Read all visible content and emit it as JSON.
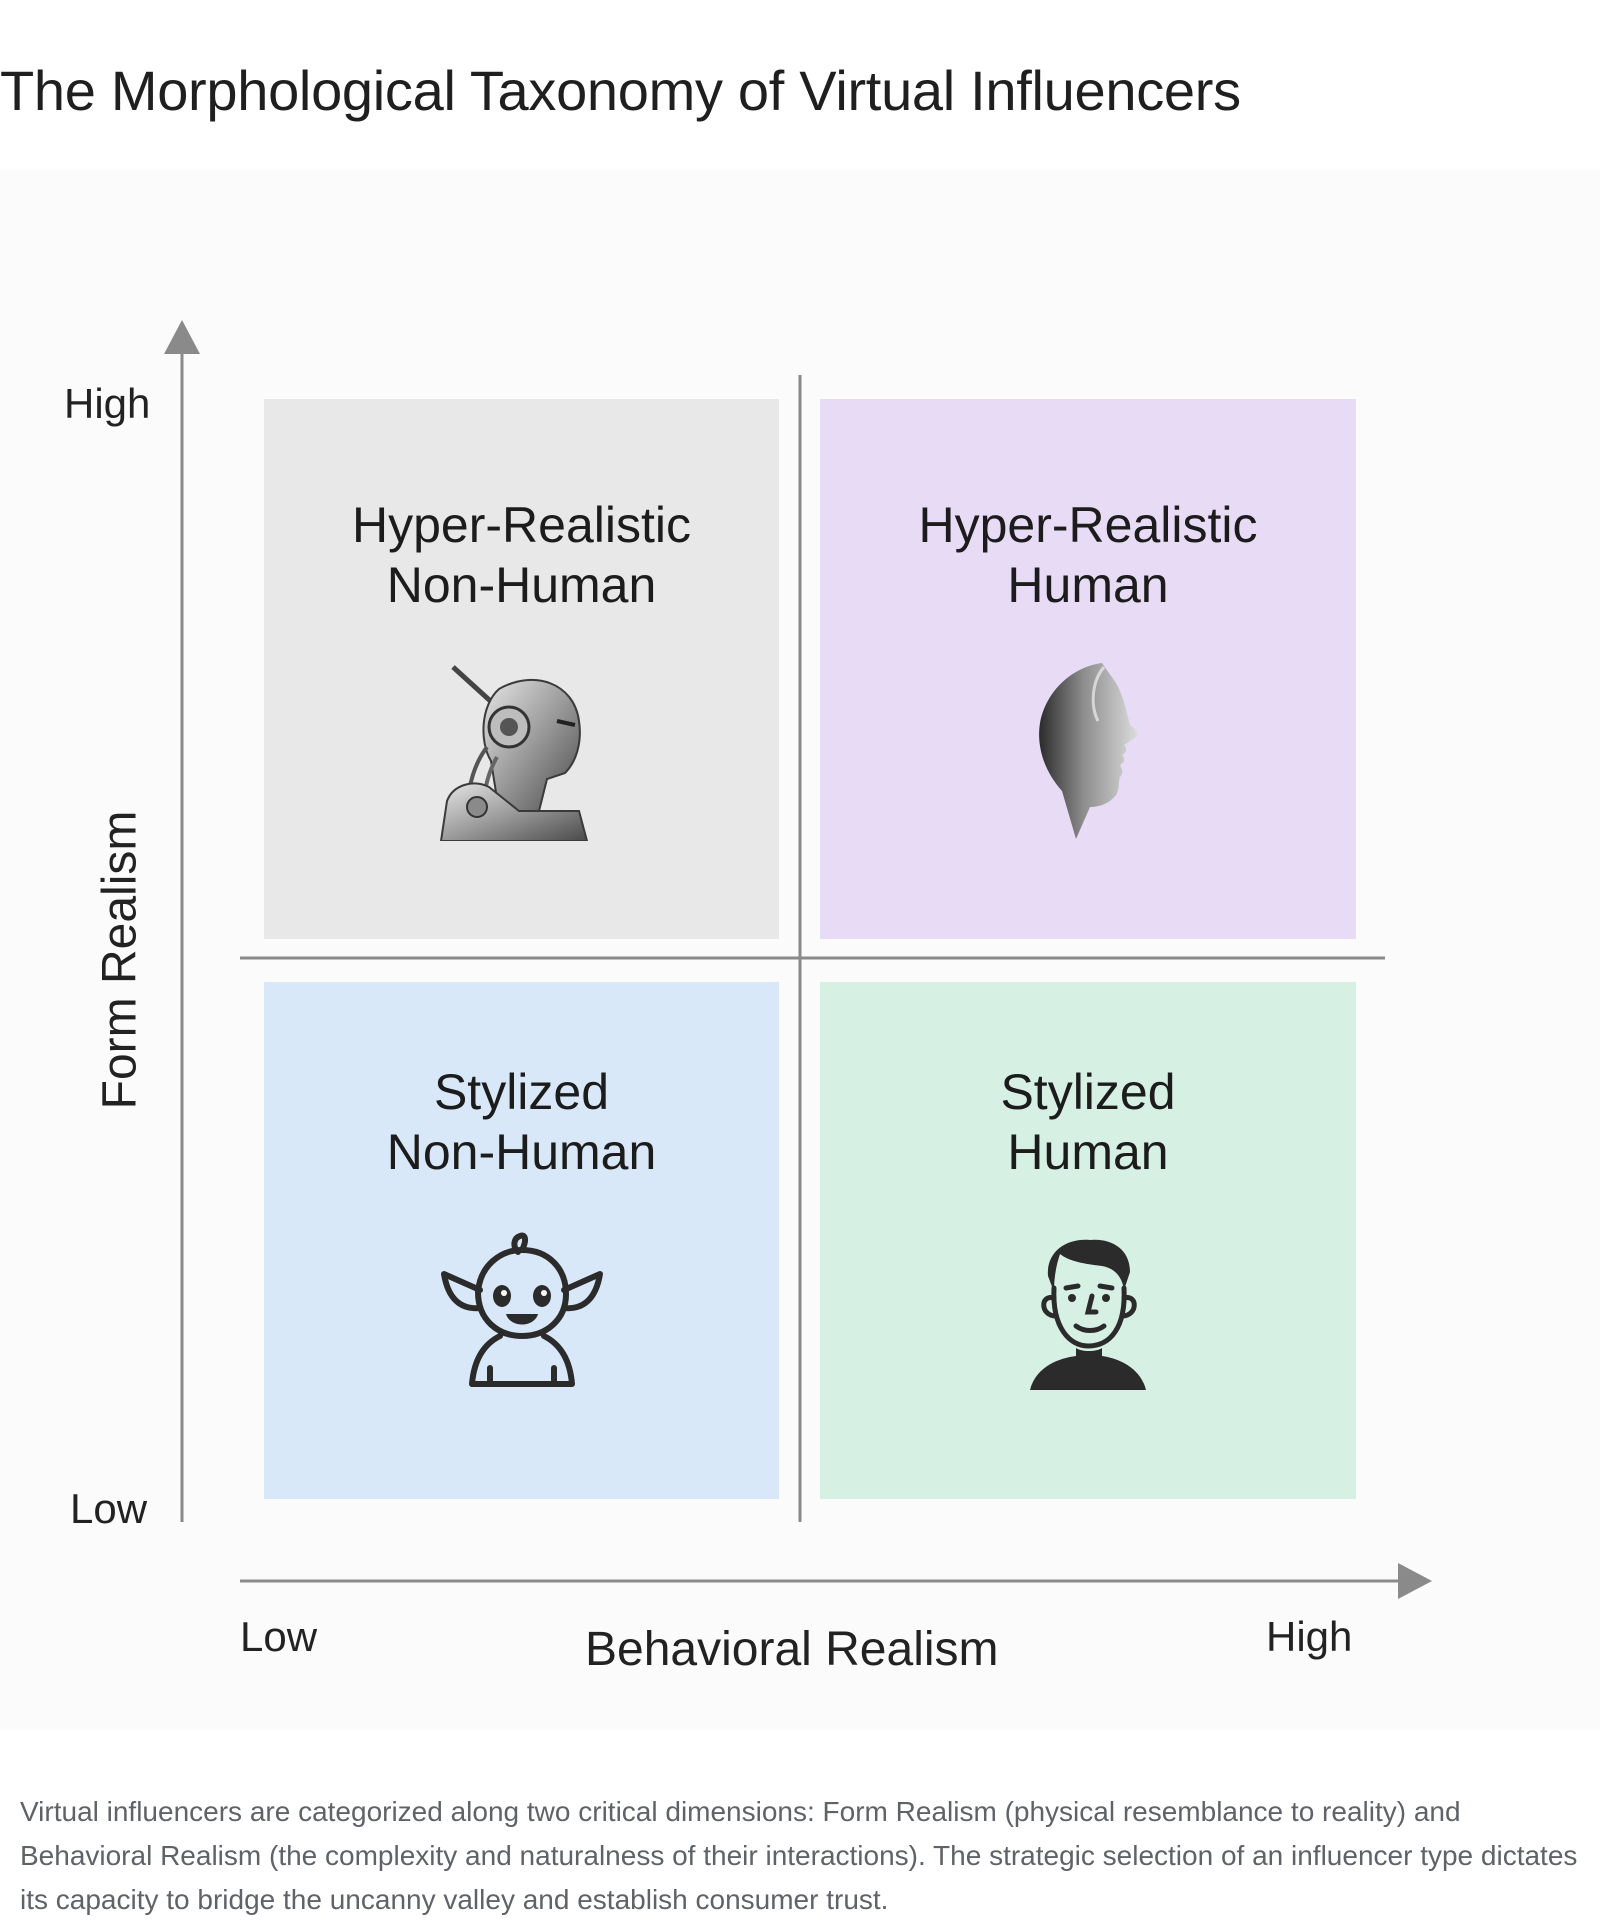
{
  "title": "The Morphological Taxonomy of Virtual Influencers",
  "y_axis": {
    "label": "Form Realism",
    "high": "High",
    "low": "Low"
  },
  "x_axis": {
    "label": "Behavioral Realism",
    "low": "Low",
    "high": "High"
  },
  "quadrants": {
    "top_left": {
      "line1": "Hyper-Realistic",
      "line2": "Non-Human",
      "icon": "robot-icon",
      "color": "#e8e8e8"
    },
    "top_right": {
      "line1": "Hyper-Realistic",
      "line2": "Human",
      "icon": "human-profile-icon",
      "color": "#e8dbf6"
    },
    "bottom_left": {
      "line1": "Stylized",
      "line2": "Non-Human",
      "icon": "creature-icon",
      "color": "#d8e8f9"
    },
    "bottom_right": {
      "line1": "Stylized",
      "line2": "Human",
      "icon": "cartoon-person-icon",
      "color": "#d6f1e4"
    }
  },
  "colors": {
    "axis": "#8a8a8a",
    "divider": "#8a8a8a"
  },
  "caption": "Virtual influencers are categorized along two critical dimensions: Form Realism (physical resemblance to reality) and Behavioral Realism (the complexity and naturalness of their interactions). The strategic selection of an influencer type dictates its capacity to bridge the uncanny valley and establish consumer trust."
}
